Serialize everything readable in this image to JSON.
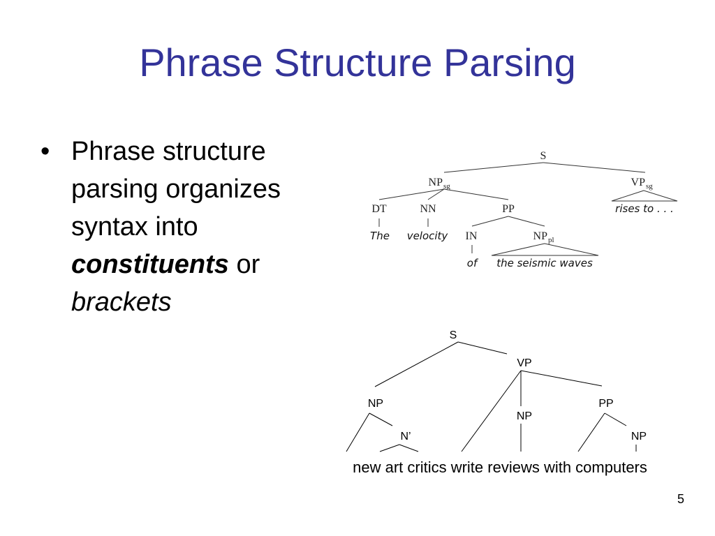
{
  "slide": {
    "title": "Phrase Structure Parsing",
    "bullet": {
      "marker": "•",
      "text_before": "Phrase structure parsing organizes syntax into",
      "strong_term": "constituents",
      "connector": "or",
      "em_term": "brackets"
    },
    "page_number": "5"
  },
  "tree1": {
    "S": "S",
    "NP": "NP",
    "NP_sub": "sg",
    "VP": "VP",
    "VP_sub": "sg",
    "DT": "DT",
    "NN": "NN",
    "PP": "PP",
    "IN": "IN",
    "NPpl": "NP",
    "NPpl_sub": "pl",
    "w_the": "The",
    "w_velocity": "velocity",
    "w_of": "of",
    "w_seismic": "the seismic waves",
    "w_rises": "rises to . . ."
  },
  "tree2": {
    "S": "S",
    "VP": "VP",
    "NP1": "NP",
    "NP2": "NP",
    "PP": "PP",
    "Nbar": "N’",
    "NP3": "NP",
    "sentence": "new art critics write reviews with computers"
  }
}
